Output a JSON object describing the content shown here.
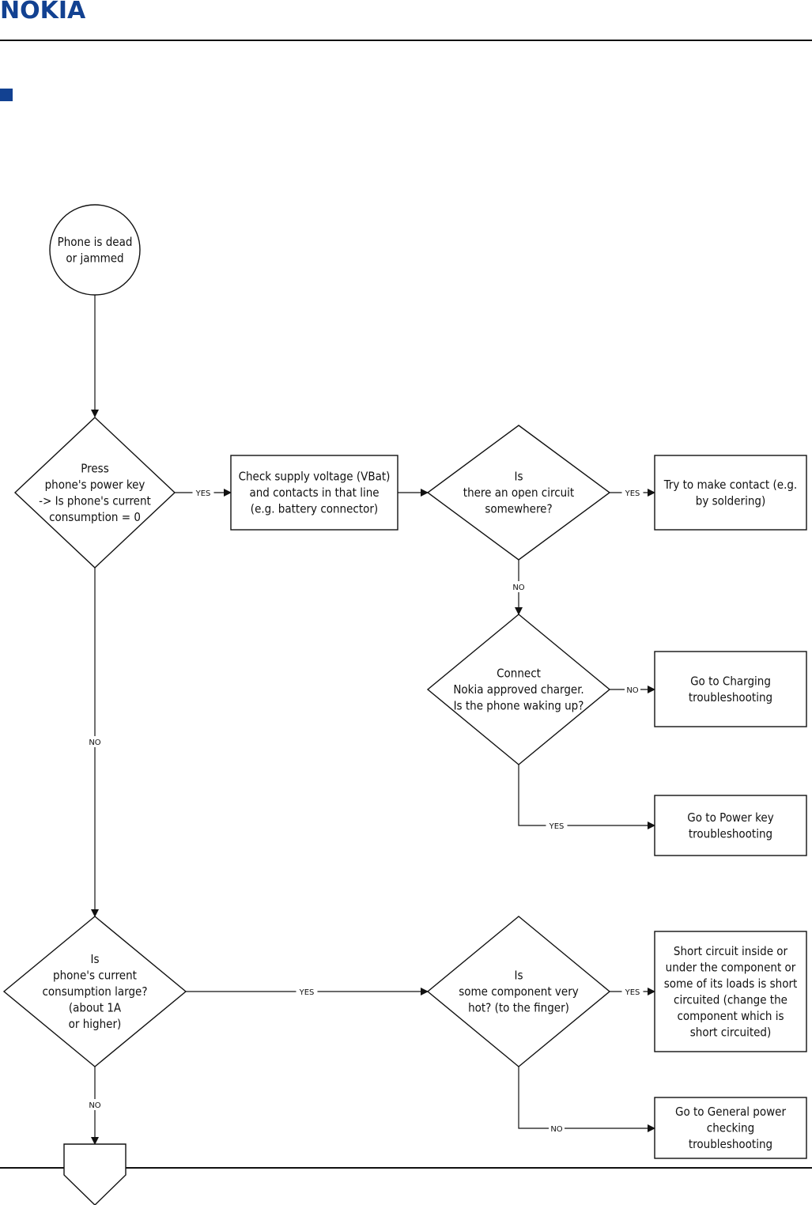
{
  "header": {
    "logo_text": "NOKIA"
  },
  "colors": {
    "brand": "#124191",
    "line": "#111111",
    "background": "#ffffff"
  },
  "nodes": {
    "start": [
      "Phone is dead",
      "or jammed"
    ],
    "d_power_key": [
      "Press",
      "phone's power key",
      "-> Is phone's current",
      "consumption = 0"
    ],
    "p_check_supply": [
      "Check supply voltage (VBat)",
      "and contacts in that line",
      "(e.g. battery connector)"
    ],
    "d_open_circuit": [
      "Is",
      "there an open circuit",
      "somewhere?"
    ],
    "p_make_contact": [
      "Try to make contact (e.g.",
      "by soldering)"
    ],
    "d_charger": [
      "Connect",
      "Nokia approved charger.",
      "Is the phone waking up?"
    ],
    "p_charging": [
      "Go to Charging",
      "troubleshooting"
    ],
    "p_power_key": [
      "Go to Power key",
      "troubleshooting"
    ],
    "d_large_current": [
      "Is",
      "phone's current",
      "consumption large?",
      "(about 1A",
      "or higher)"
    ],
    "d_hot_component": [
      "Is",
      "some component very",
      "hot? (to the finger)"
    ],
    "p_short_circuit": [
      "Short circuit inside or",
      "under the component or",
      "some of its loads is short",
      "circuited (change the",
      "component which is",
      "short circuited)"
    ],
    "p_general_power": [
      "Go to General power",
      "checking",
      "troubleshooting"
    ]
  },
  "edge_labels": {
    "yes": "YES",
    "no": "NO"
  }
}
